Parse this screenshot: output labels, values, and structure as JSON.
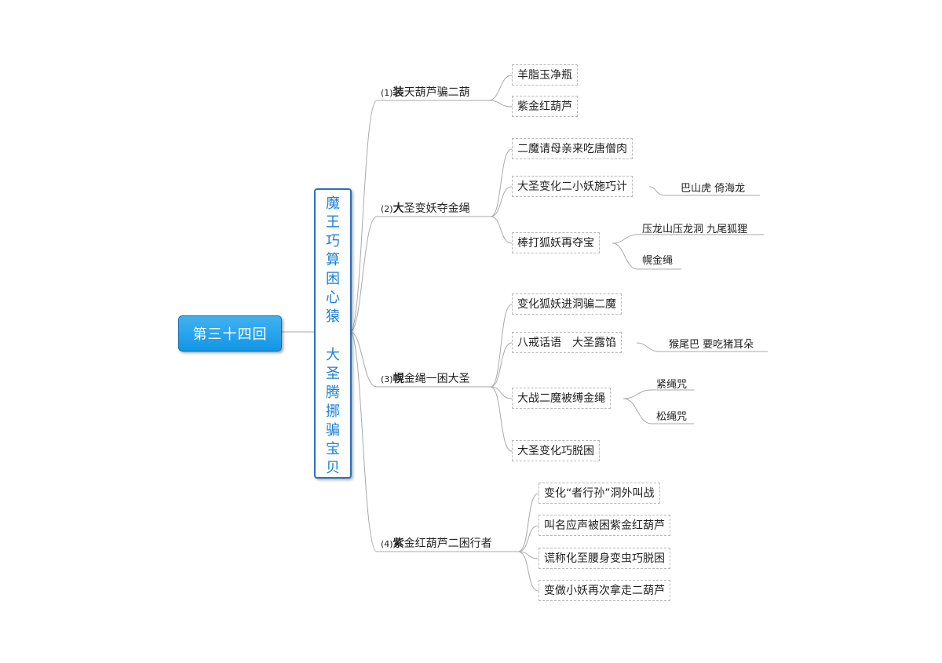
{
  "root": {
    "label": "第三十四回"
  },
  "title": {
    "line1": "魔王巧算困心猿",
    "line2": "大圣腾挪骗宝贝"
  },
  "branches": [
    {
      "num": "(1)",
      "first": "装",
      "rest": "天葫芦骗二葫",
      "items": [
        {
          "label": "羊脂玉净瓶"
        },
        {
          "label": "紫金红葫芦"
        }
      ]
    },
    {
      "num": "(2)",
      "first": "大",
      "rest": "圣变妖夺金绳",
      "items": [
        {
          "label": "二魔请母亲来吃唐僧肉"
        },
        {
          "label": "大圣变化二小妖施巧计",
          "leaves": [
            "巴山虎 倚海龙"
          ]
        },
        {
          "label": "棒打狐妖再夺宝",
          "leaves": [
            "压龙山压龙洞 九尾狐狸",
            "幌金绳"
          ]
        }
      ]
    },
    {
      "num": "(3)",
      "first": "幌",
      "rest": "金绳一困大圣",
      "items": [
        {
          "label": "变化狐妖进洞骗二魔"
        },
        {
          "label": "八戒话语　大圣露馅",
          "leaves": [
            "猴尾巴 要吃猪耳朵"
          ]
        },
        {
          "label": "大战二魔被缚金绳",
          "leaves": [
            "紧绳咒",
            "松绳咒"
          ]
        },
        {
          "label": "大圣变化巧脱困"
        }
      ]
    },
    {
      "num": "(4)",
      "first": "紫",
      "rest": "金红葫芦二困行者",
      "items": [
        {
          "label": "变化“者行孙”洞外叫战"
        },
        {
          "label": "叫名应声被困紫金红葫芦"
        },
        {
          "label": "谎称化至腰身变虫巧脱困"
        },
        {
          "label": "变做小妖再次拿走二葫芦"
        }
      ]
    }
  ]
}
